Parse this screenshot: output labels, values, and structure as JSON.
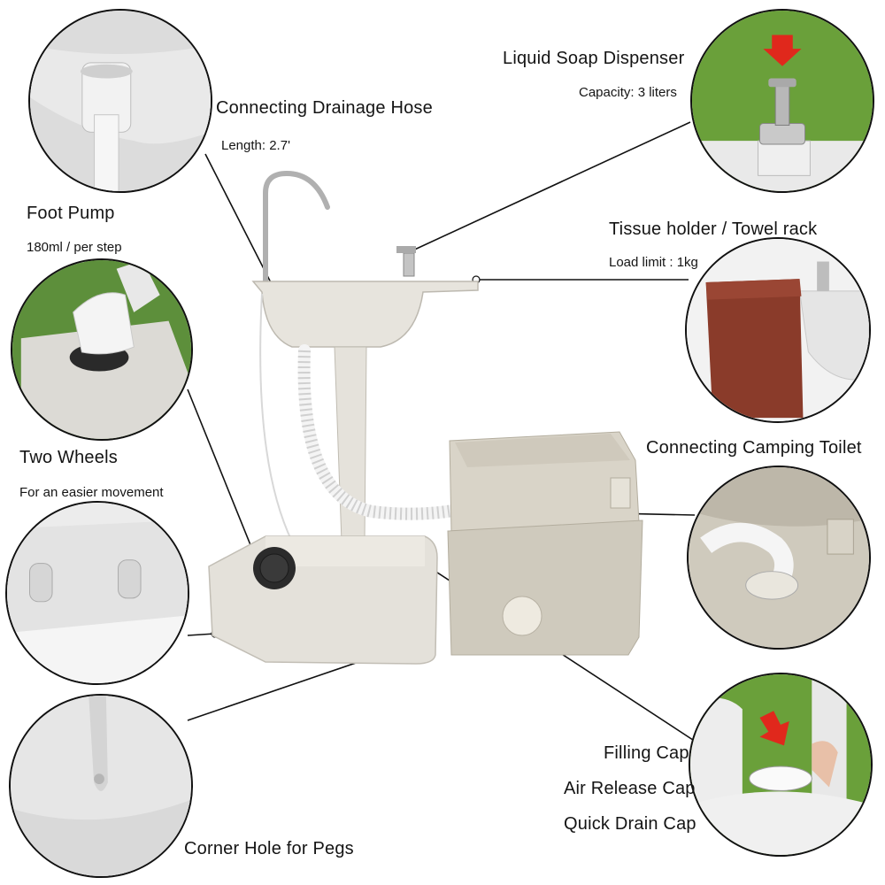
{
  "labels": {
    "drainage_hose": {
      "title": "Connecting Drainage Hose",
      "detail": "Length: 2.7'"
    },
    "foot_pump": {
      "title": "Foot Pump",
      "detail": "180ml / per step"
    },
    "two_wheels": {
      "title": "Two Wheels",
      "detail": "For an easier movement"
    },
    "corner_hole": {
      "title": "Corner Hole for Pegs"
    },
    "soap_dispenser": {
      "title": "Liquid Soap Dispenser",
      "detail": "Capacity: 3 liters"
    },
    "tissue_holder": {
      "title": "Tissue holder / Towel rack",
      "detail": "Load limit : 1kg"
    },
    "camping_toilet": {
      "title": "Connecting Camping Toilet"
    },
    "caps": {
      "filling": "Filling Cap",
      "air_release": "Air Release Cap",
      "quick_drain": "Quick Drain Cap"
    }
  },
  "colors": {
    "plastic": "#e4e1da",
    "plastic_shadow": "#c8c4bb",
    "toilet": "#d5d0c4",
    "grass": "#6aa03a",
    "towel": "#8a3b2a",
    "arrow_red": "#e0281c",
    "chrome": "#b9b9b9"
  },
  "icons": [
    "red-down-arrow-icon"
  ]
}
